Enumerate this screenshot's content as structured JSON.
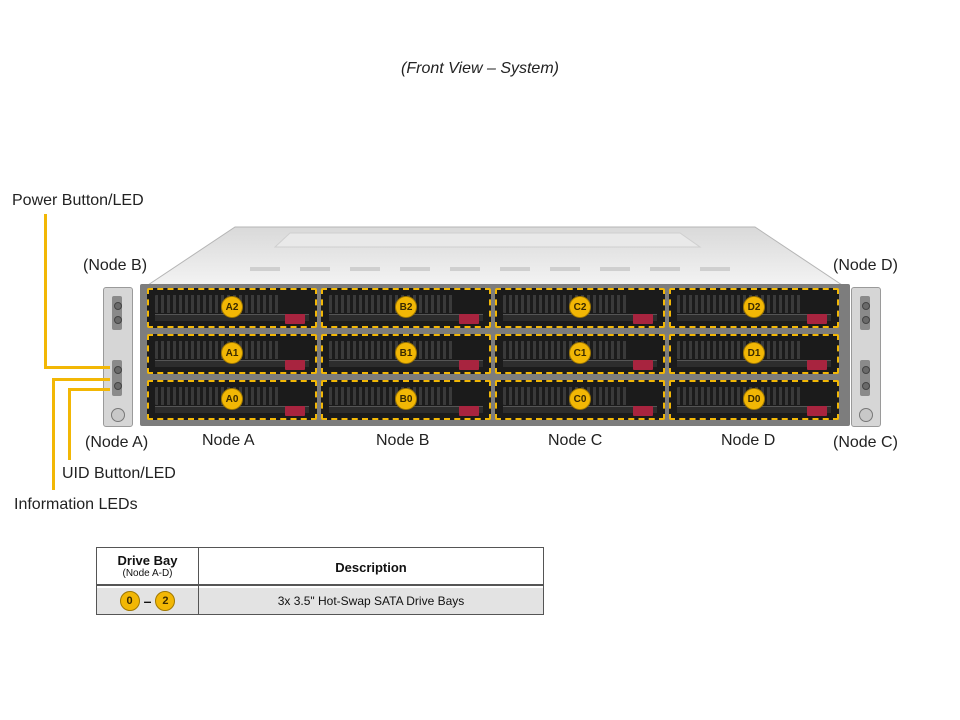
{
  "title": "(Front View – System)",
  "callouts": {
    "power": "Power Button/LED",
    "node_b_left": "(Node B)",
    "node_a_left": "(Node A)",
    "uid": "UID Button/LED",
    "info": "Information  LEDs",
    "node_d_right": "(Node D)",
    "node_c_right": "(Node C)"
  },
  "node_labels": [
    "Node A",
    "Node B",
    "Node C",
    "Node D"
  ],
  "bays": [
    [
      "A2",
      "B2",
      "C2",
      "D2"
    ],
    [
      "A1",
      "B1",
      "C1",
      "D1"
    ],
    [
      "A0",
      "B0",
      "C0",
      "D0"
    ]
  ],
  "colors": {
    "accent": "#f2b705",
    "latch": "#a8243f",
    "tray": "#1b1b1b"
  },
  "table": {
    "col1_header": "Drive Bay",
    "col1_sub": "(Node A-D)",
    "col2_header": "Description",
    "range_start": "0",
    "range_sep": "–",
    "range_end": "2",
    "description": "3x 3.5\" Hot-Swap  SATA Drive  Bays"
  }
}
